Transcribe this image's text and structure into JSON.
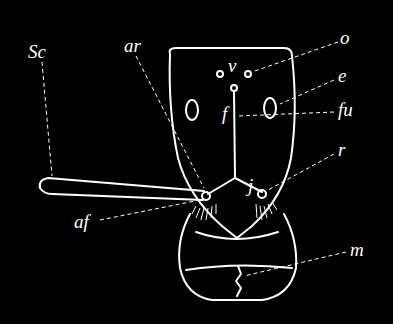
{
  "diagram": {
    "labels": [
      "ar",
      "o",
      "v",
      "Sc",
      "e",
      "f",
      "fu",
      "j",
      "r",
      "af",
      "m"
    ]
  }
}
